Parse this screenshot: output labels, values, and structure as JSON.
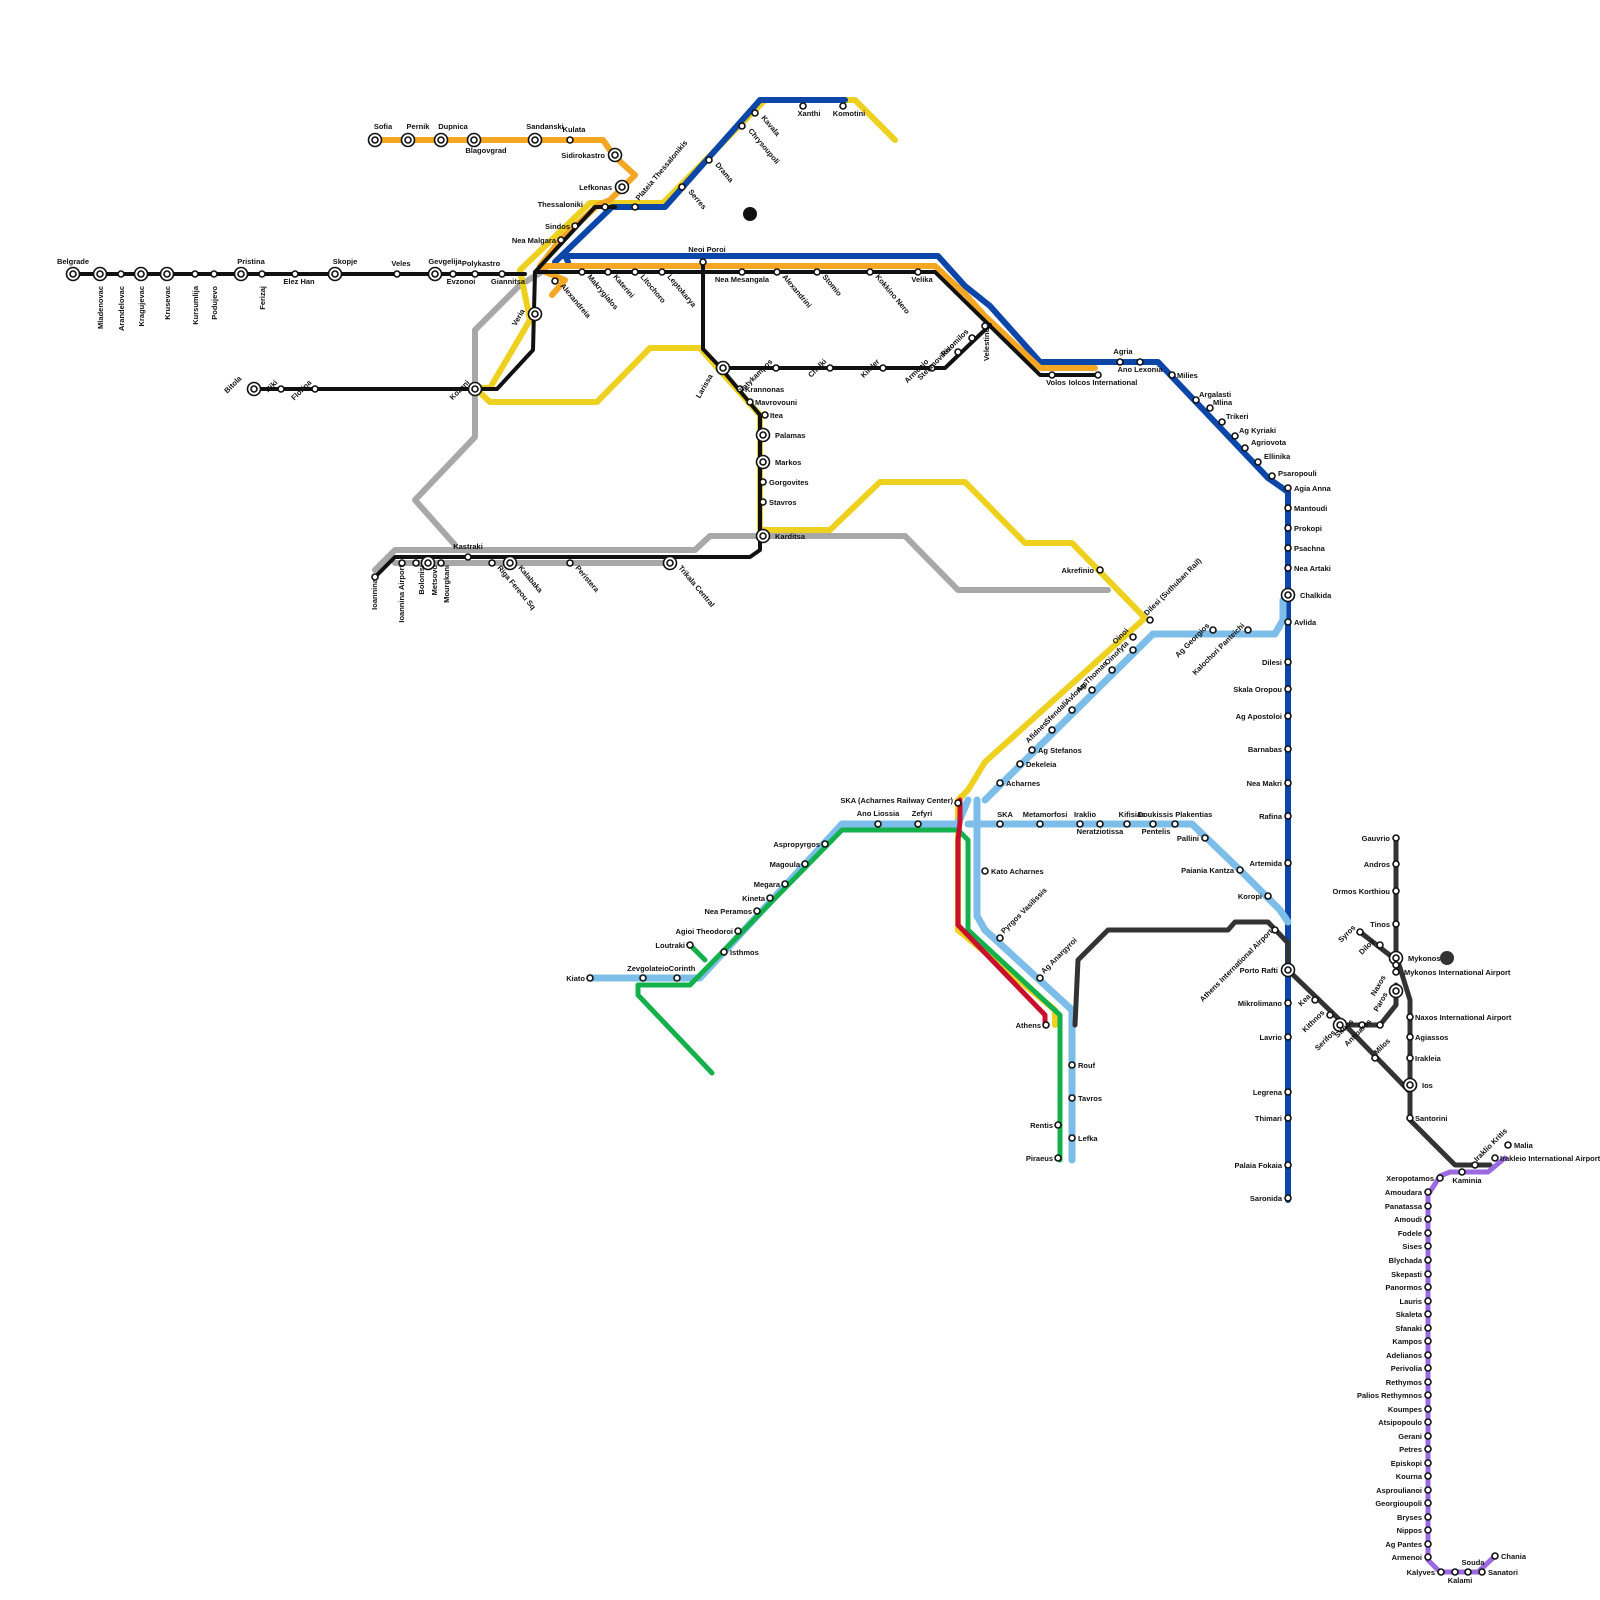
{
  "colors": {
    "black": "#111111",
    "orange": "#f5a623",
    "blue": "#0b46a8",
    "yellow": "#edd11e",
    "grey": "#a8a8a8",
    "light_blue": "#7cbde9",
    "green": "#13b04b",
    "red": "#c8102e",
    "dark_grey": "#333333",
    "purple": "#9b6ae0"
  },
  "lines": [
    {
      "id": "blue",
      "color": "blue",
      "width": 6
    },
    {
      "id": "orange",
      "color": "orange",
      "width": 6
    },
    {
      "id": "yellow",
      "color": "yellow",
      "width": 6
    },
    {
      "id": "grey",
      "color": "grey",
      "width": 6
    },
    {
      "id": "light_blue",
      "color": "light_blue",
      "width": 7
    },
    {
      "id": "green",
      "color": "green",
      "width": 5
    },
    {
      "id": "red",
      "color": "red",
      "width": 5
    },
    {
      "id": "black",
      "color": "black",
      "width": 4
    },
    {
      "id": "dark_grey",
      "color": "dark_grey",
      "width": 5
    },
    {
      "id": "purple",
      "color": "purple",
      "width": 5
    }
  ],
  "stations": [
    {
      "name": "Belgrade",
      "hub": true
    },
    {
      "name": "Mladenovac",
      "hub": true
    },
    {
      "name": "Arandelovac",
      "hub": false
    },
    {
      "name": "Kragujevac",
      "hub": true
    },
    {
      "name": "Krusevac",
      "hub": true
    },
    {
      "name": "Kursumlija",
      "hub": false
    },
    {
      "name": "Podujevo",
      "hub": false
    },
    {
      "name": "Pristina",
      "hub": true
    },
    {
      "name": "Ferizaj",
      "hub": false
    },
    {
      "name": "Elez Han",
      "hub": false
    },
    {
      "name": "Skopje",
      "hub": true
    },
    {
      "name": "Veles",
      "hub": false
    },
    {
      "name": "Gevgelija",
      "hub": true
    },
    {
      "name": "Evzonoi",
      "hub": false
    },
    {
      "name": "Polykastro",
      "hub": false
    },
    {
      "name": "Giannitsa",
      "hub": false
    },
    {
      "name": "Sofia",
      "hub": true
    },
    {
      "name": "Pernik",
      "hub": true
    },
    {
      "name": "Dupnica",
      "hub": true
    },
    {
      "name": "Blagovgrad",
      "hub": true
    },
    {
      "name": "Sandanski",
      "hub": true
    },
    {
      "name": "Kulata",
      "hub": false
    },
    {
      "name": "Sidirokastro",
      "hub": true
    },
    {
      "name": "Lefkonas",
      "hub": true
    },
    {
      "name": "Plateia Thessalonikis",
      "hub": false
    },
    {
      "name": "Serres",
      "hub": false
    },
    {
      "name": "Drama",
      "hub": false
    },
    {
      "name": "Chrysoupoli",
      "hub": false
    },
    {
      "name": "Kavala",
      "hub": false
    },
    {
      "name": "Xanthi",
      "hub": false
    },
    {
      "name": "Komotini",
      "hub": false
    },
    {
      "name": "Thessaloniki",
      "hub": false
    },
    {
      "name": "Sindos",
      "hub": false
    },
    {
      "name": "Nea Malgara",
      "hub": false
    },
    {
      "name": "Alexandreia",
      "hub": false
    },
    {
      "name": "Veria",
      "hub": true
    },
    {
      "name": "Makrygialos",
      "hub": false
    },
    {
      "name": "Katerini",
      "hub": false
    },
    {
      "name": "Litochoro",
      "hub": false
    },
    {
      "name": "Leptokarya",
      "hub": false
    },
    {
      "name": "Neoi Poroi",
      "hub": false
    },
    {
      "name": "Nea Mesangala",
      "hub": false
    },
    {
      "name": "Alexandrini",
      "hub": false
    },
    {
      "name": "Stomio",
      "hub": false
    },
    {
      "name": "Kokkino Nero",
      "hub": false
    },
    {
      "name": "Velika",
      "hub": false
    },
    {
      "name": "Bitola",
      "hub": true
    },
    {
      "name": "Niki",
      "hub": false
    },
    {
      "name": "Florina",
      "hub": false
    },
    {
      "name": "Kozani",
      "hub": true
    },
    {
      "name": "Platykampos",
      "hub": false
    },
    {
      "name": "Chalki",
      "hub": false
    },
    {
      "name": "Kileler",
      "hub": false
    },
    {
      "name": "Armenio",
      "hub": false
    },
    {
      "name": "Stefanovikeio",
      "hub": false
    },
    {
      "name": "Rizomilos",
      "hub": false
    },
    {
      "name": "Velestino",
      "hub": false
    },
    {
      "name": "Larissa",
      "hub": true
    },
    {
      "name": "Krannonas",
      "hub": false
    },
    {
      "name": "Mavrovouni",
      "hub": false
    },
    {
      "name": "Itea",
      "hub": false
    },
    {
      "name": "Palamas",
      "hub": true
    },
    {
      "name": "Markos",
      "hub": true
    },
    {
      "name": "Gorgovites",
      "hub": false
    },
    {
      "name": "Stavros",
      "hub": false
    },
    {
      "name": "Karditsa",
      "hub": true
    },
    {
      "name": "Volos",
      "hub": false
    },
    {
      "name": "Iolcos International",
      "hub": false
    },
    {
      "name": "Agria",
      "hub": false
    },
    {
      "name": "Ano Lexonia",
      "hub": false
    },
    {
      "name": "Milies",
      "hub": false
    },
    {
      "name": "Argalasti",
      "hub": false
    },
    {
      "name": "Mlina",
      "hub": false
    },
    {
      "name": "Trikeri",
      "hub": false
    },
    {
      "name": "Ag Kyriaki",
      "hub": false
    },
    {
      "name": "Agriovota",
      "hub": false
    },
    {
      "name": "Ellinika",
      "hub": false
    },
    {
      "name": "Psaropouli",
      "hub": false
    },
    {
      "name": "Agia Anna",
      "hub": false
    },
    {
      "name": "Mantoudi",
      "hub": false
    },
    {
      "name": "Prokopi",
      "hub": false
    },
    {
      "name": "Psachna",
      "hub": false
    },
    {
      "name": "Nea Artaki",
      "hub": false
    },
    {
      "name": "Chalkida",
      "hub": true
    },
    {
      "name": "Avlida",
      "hub": false
    },
    {
      "name": "Dilesi",
      "hub": false
    },
    {
      "name": "Skala Oropou",
      "hub": false
    },
    {
      "name": "Ag Apostoloi",
      "hub": false
    },
    {
      "name": "Barnabas",
      "hub": false
    },
    {
      "name": "Nea Makri",
      "hub": false
    },
    {
      "name": "Rafina",
      "hub": false
    },
    {
      "name": "Artemida",
      "hub": false
    },
    {
      "name": "Koropi",
      "hub": false
    },
    {
      "name": "Athens International Airport",
      "hub": false
    },
    {
      "name": "Porto Rafti",
      "hub": true
    },
    {
      "name": "Mikrolimano",
      "hub": false
    },
    {
      "name": "Lavrio",
      "hub": false
    },
    {
      "name": "Legrena",
      "hub": false
    },
    {
      "name": "Thimari",
      "hub": false
    },
    {
      "name": "Palaia Fokaia",
      "hub": false
    },
    {
      "name": "Saronida",
      "hub": false
    },
    {
      "name": "Ioannina",
      "hub": false
    },
    {
      "name": "Ioannina Airport",
      "hub": false
    },
    {
      "name": "Bolonisi",
      "hub": false
    },
    {
      "name": "Metsovo",
      "hub": true
    },
    {
      "name": "Mourgkani",
      "hub": false
    },
    {
      "name": "Kastraki",
      "hub": false
    },
    {
      "name": "Riga Fereou Sq",
      "hub": false
    },
    {
      "name": "Kalabaka",
      "hub": true
    },
    {
      "name": "Peristera",
      "hub": false
    },
    {
      "name": "Trikala Central",
      "hub": true
    },
    {
      "name": "Akrefinio",
      "hub": false
    },
    {
      "name": "Dilesi (Suthuban Rail)",
      "hub": false
    },
    {
      "name": "Ag Georgios",
      "hub": false
    },
    {
      "name": "Kalochori Panteichi",
      "hub": false
    },
    {
      "name": "Oinoi",
      "hub": false
    },
    {
      "name": "Oinofyta",
      "hub": false
    },
    {
      "name": "Ag Thomas",
      "hub": false
    },
    {
      "name": "Avlonas",
      "hub": false
    },
    {
      "name": "Sfendali",
      "hub": false
    },
    {
      "name": "Afidnes",
      "hub": false
    },
    {
      "name": "Ag Stefanos",
      "hub": false
    },
    {
      "name": "Dekeleia",
      "hub": false
    },
    {
      "name": "Acharnes",
      "hub": false
    },
    {
      "name": "SKA (Acharnes Railway Center)",
      "hub": false
    },
    {
      "name": "SKA",
      "hub": false
    },
    {
      "name": "Metamorfosi",
      "hub": false
    },
    {
      "name": "Iraklio",
      "hub": false
    },
    {
      "name": "Neratziotissa",
      "hub": false
    },
    {
      "name": "Kifisias",
      "hub": false
    },
    {
      "name": "Doukissis Plakentias",
      "hub": false
    },
    {
      "name": "Pentelis",
      "hub": false
    },
    {
      "name": "Pallini",
      "hub": false
    },
    {
      "name": "Paiania Kantza",
      "hub": false
    },
    {
      "name": "Kato Acharnes",
      "hub": false
    },
    {
      "name": "Pyrgos Vasilissis",
      "hub": false
    },
    {
      "name": "Ag Anargyroi",
      "hub": false
    },
    {
      "name": "Athens",
      "hub": false
    },
    {
      "name": "Rouf",
      "hub": false
    },
    {
      "name": "Tavros",
      "hub": false
    },
    {
      "name": "Rentis",
      "hub": false
    },
    {
      "name": "Lefka",
      "hub": false
    },
    {
      "name": "Piraeus",
      "hub": false
    },
    {
      "name": "Ano Liossia",
      "hub": false
    },
    {
      "name": "Zefyri",
      "hub": false
    },
    {
      "name": "Aspropyrgos",
      "hub": false
    },
    {
      "name": "Magoula",
      "hub": false
    },
    {
      "name": "Megara",
      "hub": false
    },
    {
      "name": "Kineta",
      "hub": false
    },
    {
      "name": "Nea Peramos",
      "hub": false
    },
    {
      "name": "Agioi Theodoroi",
      "hub": false
    },
    {
      "name": "Loutraki",
      "hub": false
    },
    {
      "name": "Isthmos",
      "hub": false
    },
    {
      "name": "Zevgolateio",
      "hub": false
    },
    {
      "name": "Corinth",
      "hub": false
    },
    {
      "name": "Kiato",
      "hub": false
    },
    {
      "name": "Gauvrio",
      "hub": false
    },
    {
      "name": "Andros",
      "hub": false
    },
    {
      "name": "Ormos Korthiou",
      "hub": false
    },
    {
      "name": "Tinos",
      "hub": false
    },
    {
      "name": "Syros",
      "hub": false
    },
    {
      "name": "Dilos",
      "hub": false
    },
    {
      "name": "Mykonos",
      "hub": true
    },
    {
      "name": "Mykonos International Airport",
      "hub": false
    },
    {
      "name": "Naxos",
      "hub": false
    },
    {
      "name": "Paros",
      "hub": true
    },
    {
      "name": "Antiparos",
      "hub": false
    },
    {
      "name": "Sifnos",
      "hub": false
    },
    {
      "name": "Kea",
      "hub": false
    },
    {
      "name": "Kithnos",
      "hub": false
    },
    {
      "name": "Serifos",
      "hub": true
    },
    {
      "name": "Milos",
      "hub": false
    },
    {
      "name": "Naxos International Airport",
      "hub": false
    },
    {
      "name": "Agiassos",
      "hub": false
    },
    {
      "name": "Irakleia",
      "hub": false
    },
    {
      "name": "Ios",
      "hub": true
    },
    {
      "name": "Santorini",
      "hub": false
    },
    {
      "name": "Iraklio Kritis",
      "hub": false
    },
    {
      "name": "Malia",
      "hub": false
    },
    {
      "name": "Irakleio International Airport",
      "hub": false
    },
    {
      "name": "Kaminia",
      "hub": false
    },
    {
      "name": "Xeropotamos",
      "hub": false
    },
    {
      "name": "Amoudara",
      "hub": false
    },
    {
      "name": "Panatassa",
      "hub": false
    },
    {
      "name": "Amoudi",
      "hub": false
    },
    {
      "name": "Fodele",
      "hub": false
    },
    {
      "name": "Sises",
      "hub": false
    },
    {
      "name": "Blychada",
      "hub": false
    },
    {
      "name": "Skepasti",
      "hub": false
    },
    {
      "name": "Panormos",
      "hub": false
    },
    {
      "name": "Lauris",
      "hub": false
    },
    {
      "name": "Skaleta",
      "hub": false
    },
    {
      "name": "Sfanaki",
      "hub": false
    },
    {
      "name": "Kampos",
      "hub": false
    },
    {
      "name": "Adelianos",
      "hub": false
    },
    {
      "name": "Perivolia",
      "hub": false
    },
    {
      "name": "Rethymos",
      "hub": false
    },
    {
      "name": "Palios Rethymnos",
      "hub": false
    },
    {
      "name": "Koumpes",
      "hub": false
    },
    {
      "name": "Atsipopoulo",
      "hub": false
    },
    {
      "name": "Gerani",
      "hub": false
    },
    {
      "name": "Petres",
      "hub": false
    },
    {
      "name": "Episkopi",
      "hub": false
    },
    {
      "name": "Kourna",
      "hub": false
    },
    {
      "name": "Asproulianoi",
      "hub": false
    },
    {
      "name": "Georgioupoli",
      "hub": false
    },
    {
      "name": "Bryses",
      "hub": false
    },
    {
      "name": "Nippos",
      "hub": false
    },
    {
      "name": "Ag Pantes",
      "hub": false
    },
    {
      "name": "Armenoi",
      "hub": false
    },
    {
      "name": "Kalyves",
      "hub": false
    },
    {
      "name": "Kalami",
      "hub": false
    },
    {
      "name": "Souda",
      "hub": false
    },
    {
      "name": "Sanatori",
      "hub": false
    },
    {
      "name": "Chania",
      "hub": false
    }
  ]
}
